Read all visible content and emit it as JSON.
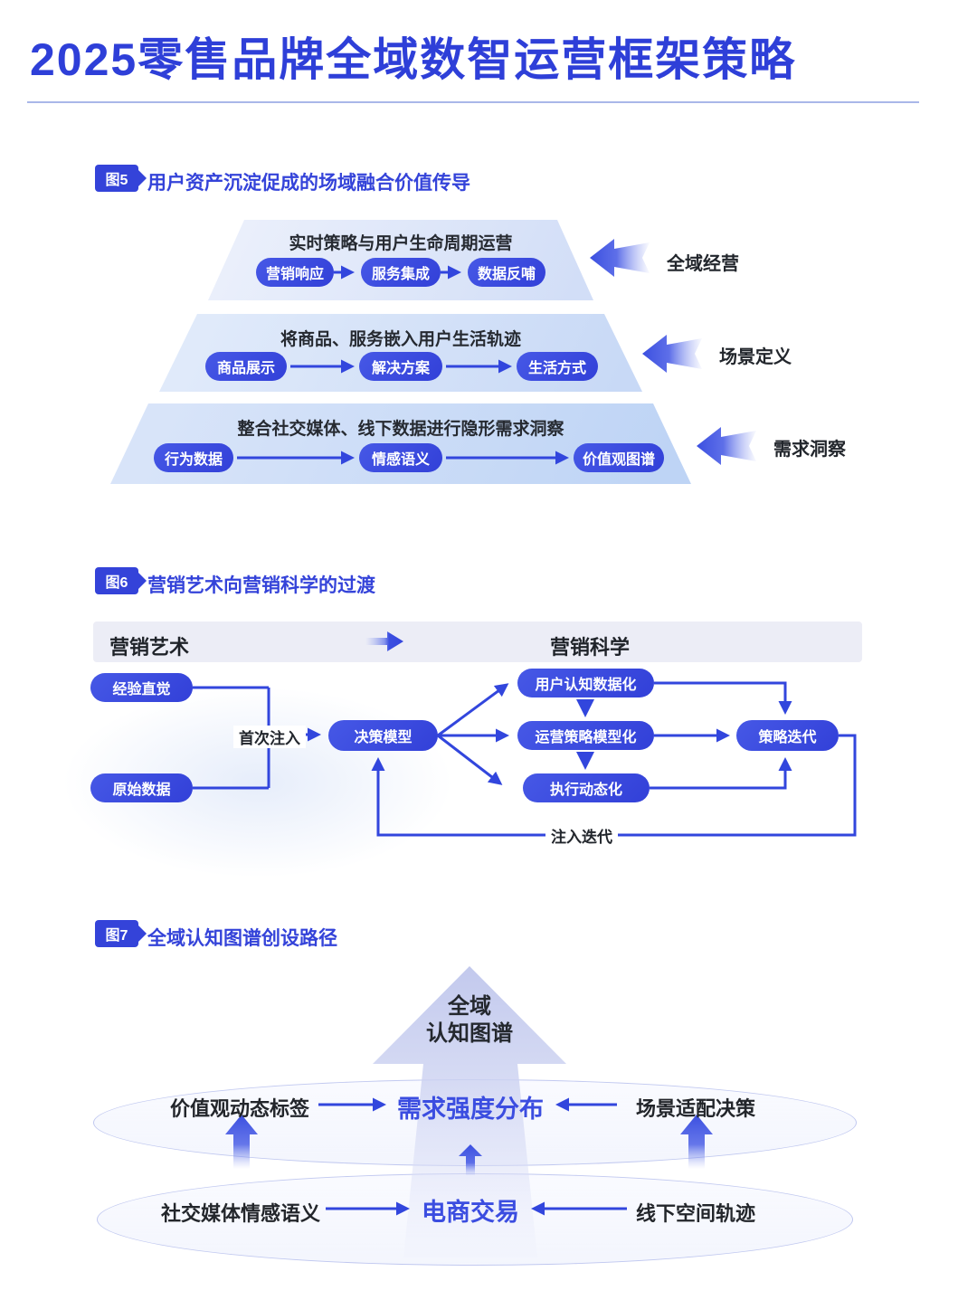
{
  "main": {
    "title": "2025零售品牌全域数智运营框架策略"
  },
  "colors": {
    "primary_blue": "#3b4fe0",
    "title_blue": "#2e3fd8",
    "badge_blue": "#3443d9",
    "dark_text": "#22262c"
  },
  "fig5": {
    "badge": "图5",
    "title": "用户资产沉淀促成的场域融合价值传导",
    "levels": [
      {
        "desc": "实时策略与用户生命周期运营",
        "pills": [
          "营销响应",
          "服务集成",
          "数据反哺"
        ],
        "side_label": "全域经营"
      },
      {
        "desc": "将商品、服务嵌入用户生活轨迹",
        "pills": [
          "商品展示",
          "解决方案",
          "生活方式"
        ],
        "side_label": "场景定义"
      },
      {
        "desc": "整合社交媒体、线下数据进行隐形需求洞察",
        "pills": [
          "行为数据",
          "情感语义",
          "价值观图谱"
        ],
        "side_label": "需求洞察"
      }
    ]
  },
  "fig6": {
    "badge": "图6",
    "title": "营销艺术向营销科学的过渡",
    "header": {
      "left": "营销艺术",
      "right": "营销科学"
    },
    "nodes": {
      "experience": "经验直觉",
      "rawdata": "原始数据",
      "model": "决策模型",
      "cognition": "用户认知数据化",
      "strategy": "运营策略模型化",
      "execution": "执行动态化",
      "iterate": "策略迭代"
    },
    "labels": {
      "first_inject": "首次注入",
      "inject_iterate": "注入迭代"
    }
  },
  "fig7": {
    "badge": "图7",
    "title": "全域认知图谱创设路径",
    "arrow": {
      "line1": "全域",
      "line2": "认知图谱"
    },
    "row1": {
      "left": "价值观动态标签",
      "center": "需求强度分布",
      "right": "场景适配决策"
    },
    "row2": {
      "left": "社交媒体情感语义",
      "center": "电商交易",
      "right": "线下空间轨迹"
    }
  }
}
